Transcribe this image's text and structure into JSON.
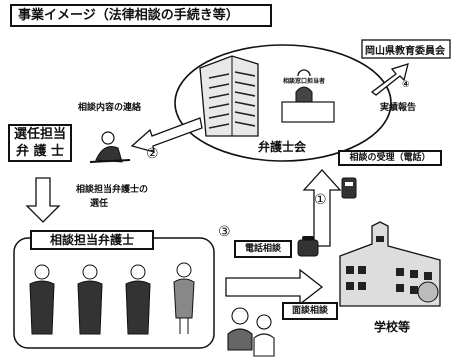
{
  "title": "事業イメージ（法律相談の手続き等）",
  "bar_association": "弁護士会",
  "consultation_room_sign": "相談窓口担当者",
  "education_board": "岡山県教育委員会",
  "assigned_lawyer": [
    "選任担当",
    "弁 護 士"
  ],
  "lawyer_group": "相談担当弁護士",
  "school": "学校等",
  "labels": {
    "contact": "相談内容の連絡",
    "report": "実績報告",
    "reception": "相談の受理（電話）",
    "selection": [
      "相談担当弁護士の",
      "選任"
    ],
    "phone_consult": "電話相談",
    "face_consult": "面談相談"
  },
  "steps": {
    "one": "①",
    "two": "②",
    "three": "③",
    "four": "④"
  }
}
